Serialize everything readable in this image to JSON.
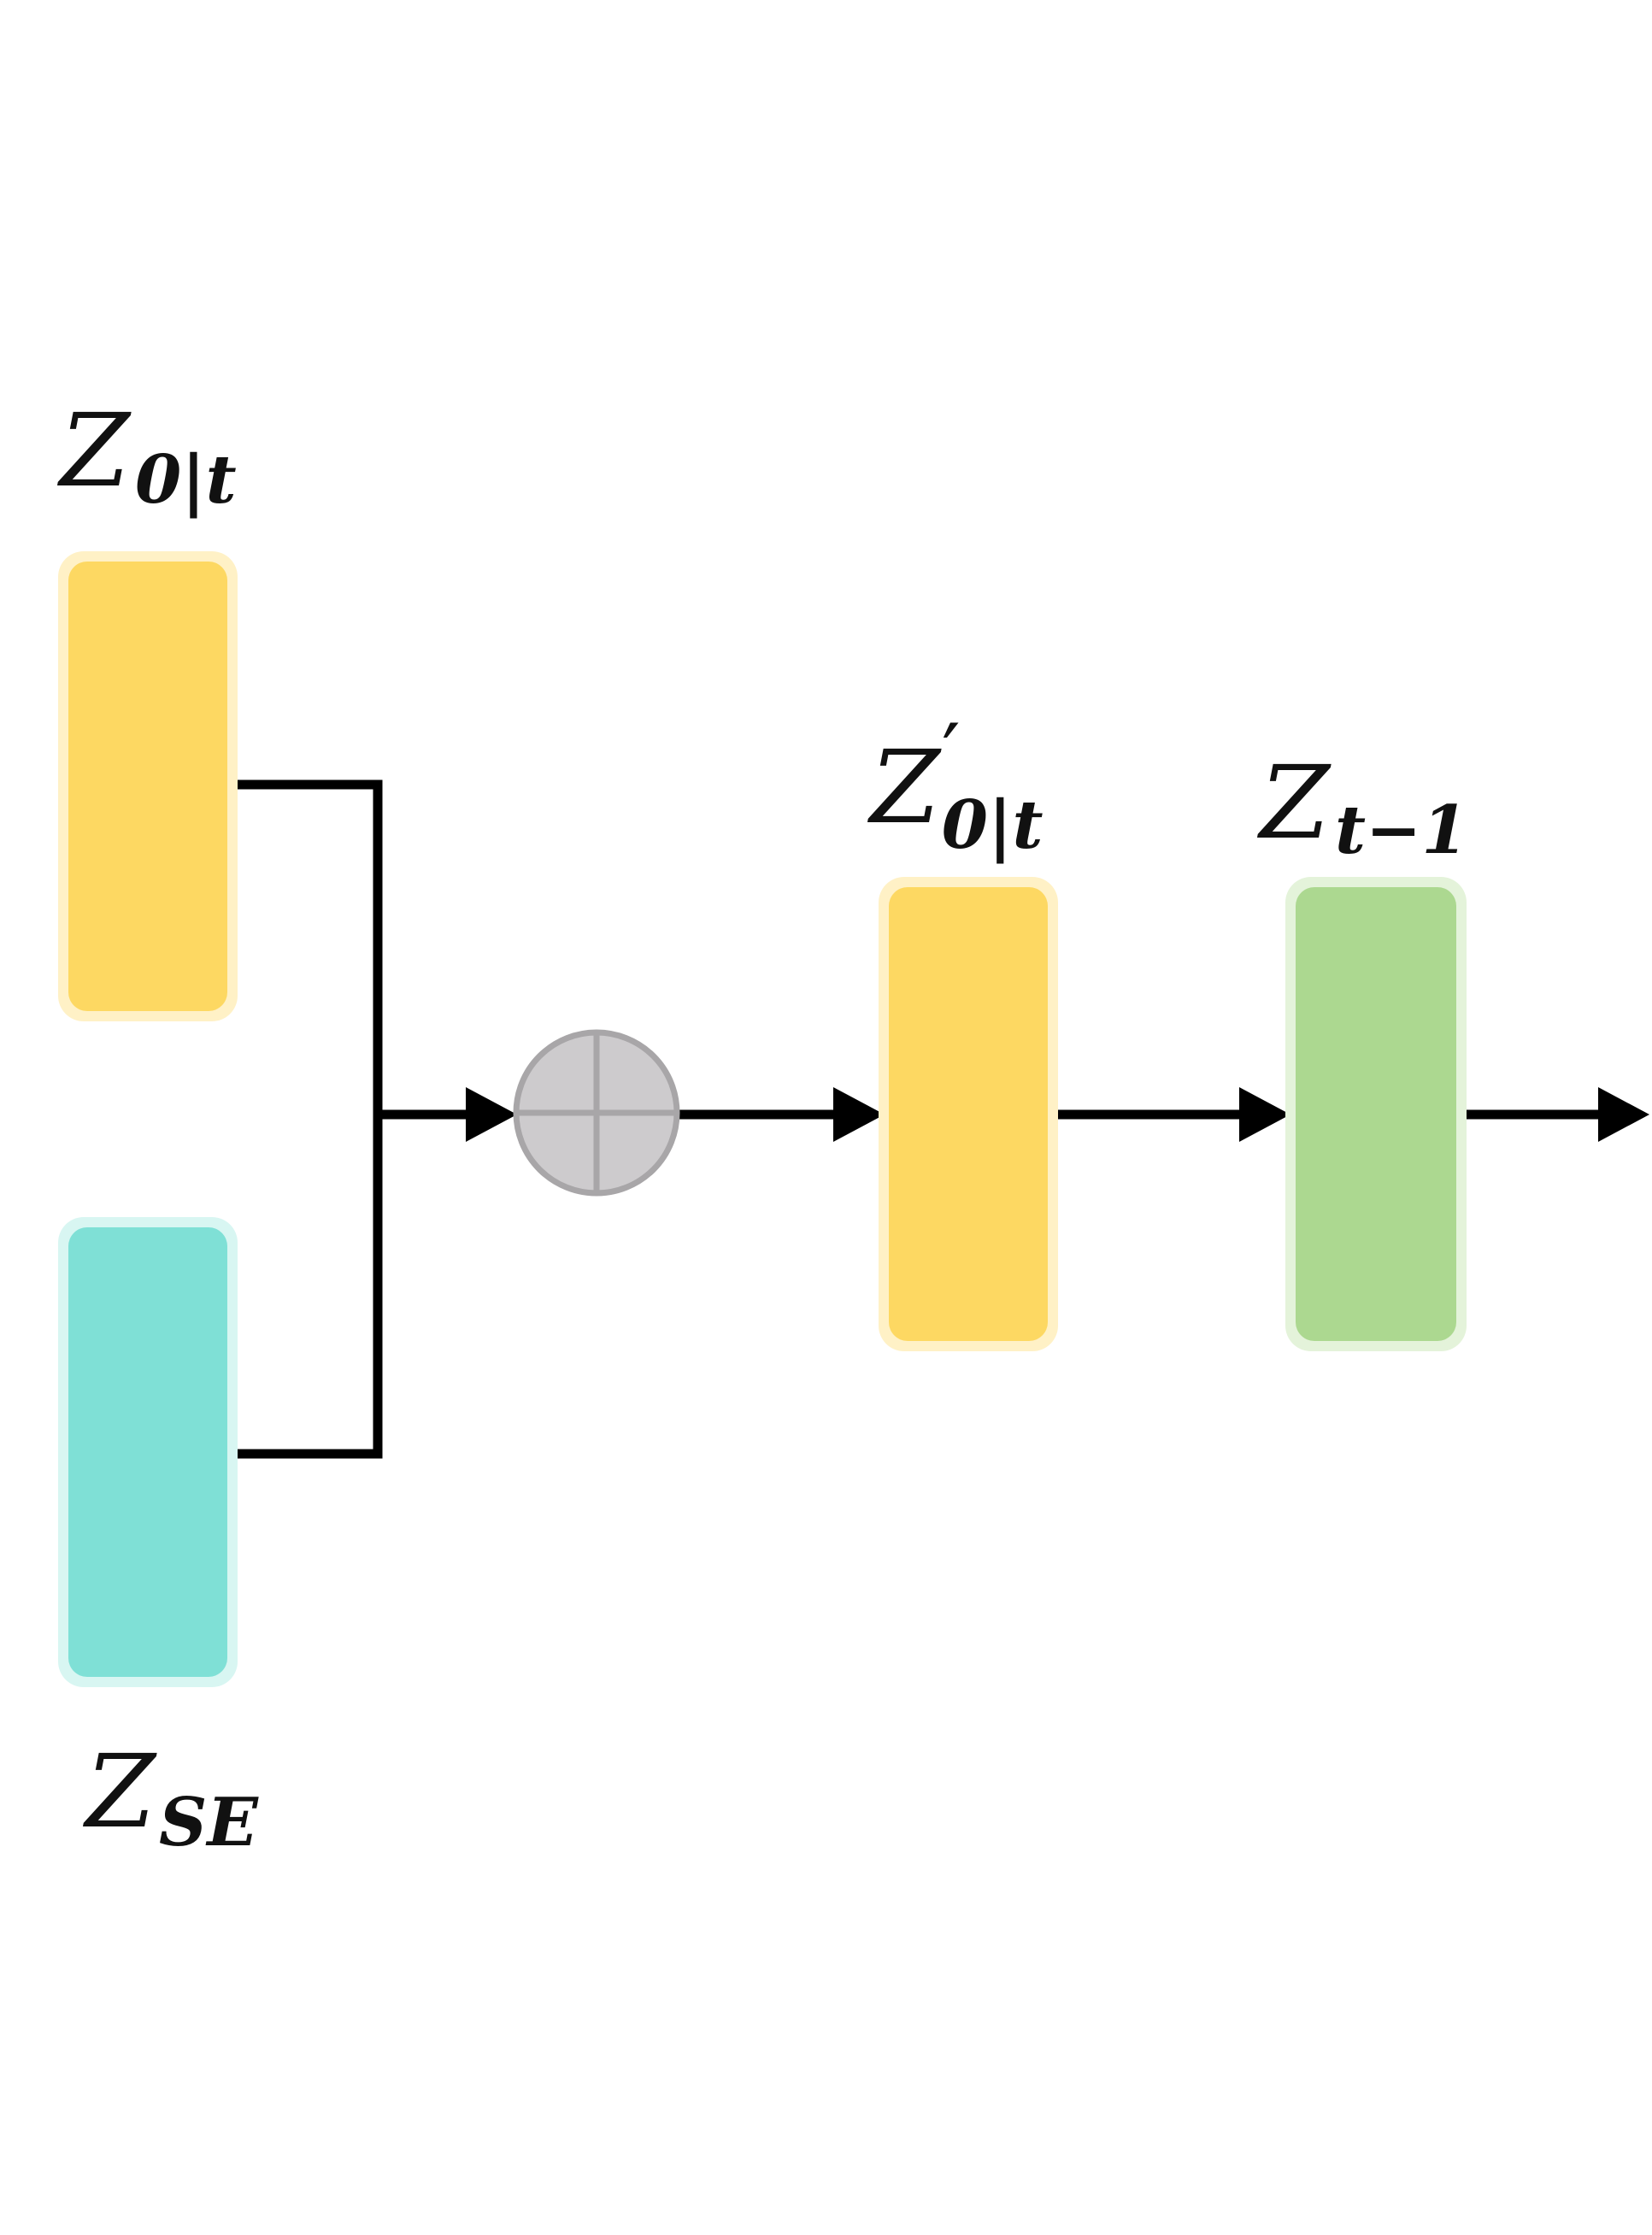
{
  "blocks": {
    "z0t": {
      "main": "Z",
      "sub": "0|t",
      "fill": "#FDD862",
      "halo": "#FFF1C6"
    },
    "zse": {
      "main": "Z",
      "sub": "SE",
      "fill": "#7FE0D6",
      "halo": "#D8F6F2"
    },
    "z0t_prime": {
      "main": "Z",
      "prime": "′",
      "sub": "0|t",
      "fill": "#FDD862",
      "halo": "#FFF1C6"
    },
    "zt_minus_1": {
      "main": "Z",
      "sub": "t−1",
      "fill": "#ACD890",
      "halo": "#E4F3DA"
    }
  },
  "sum_node": {
    "icon": "plus-circle-icon",
    "fill": "#CDCBCD",
    "stroke": "#A8A6A8"
  },
  "colors": {
    "line": "#000000"
  }
}
